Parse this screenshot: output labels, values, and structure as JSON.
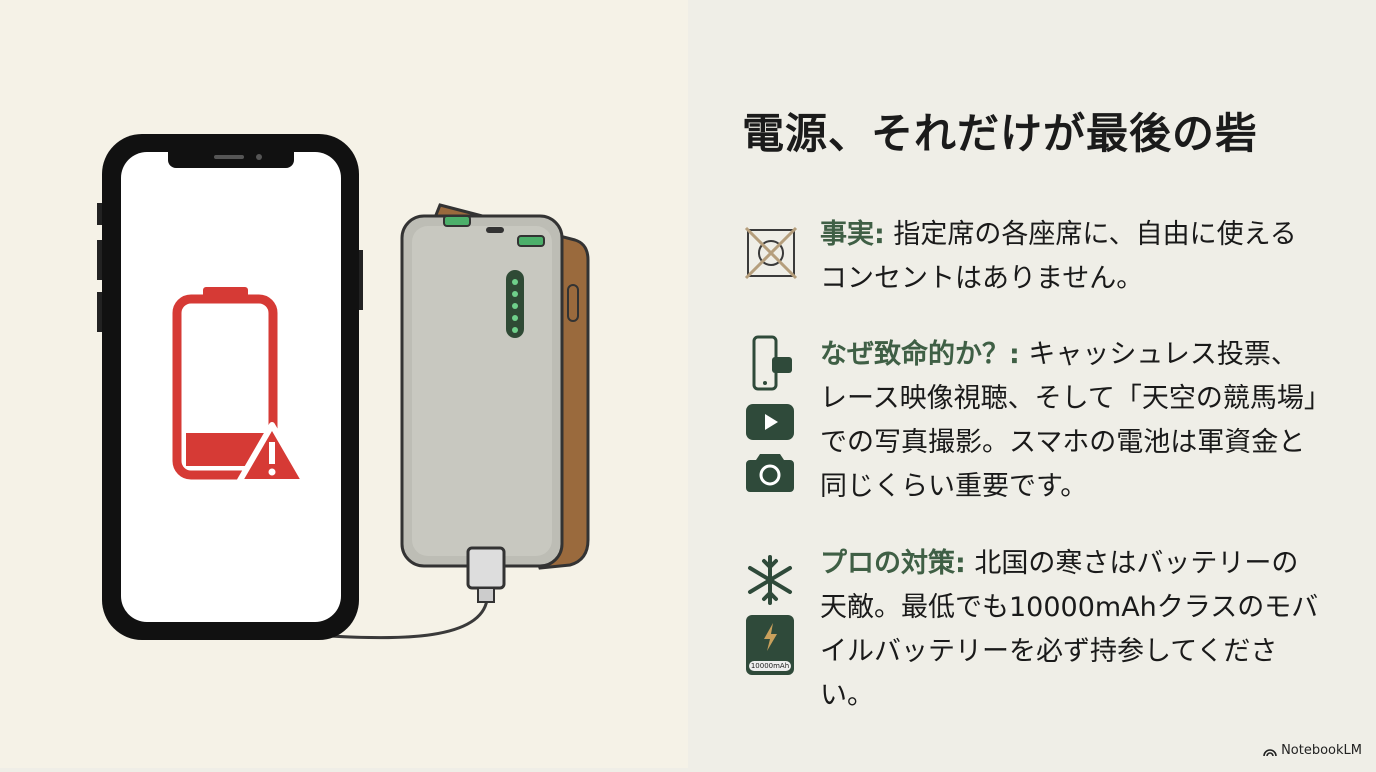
{
  "title": "電源、それだけが最後の砦",
  "items": [
    {
      "label": "事実:",
      "text": " 指定席の各座席に、自由に使えるコンセントはありません。"
    },
    {
      "label": "なぜ致命的か？:",
      "text": " キャッシュレス投票、レース映像視聴、そして「天空の競馬場」での写真撮影。スマホの電池は軍資金と同じくらい重要です。"
    },
    {
      "label": "プロの対策:",
      "text": " 北国の寒さはバッテリーの天敵。最低でも10000mAhクラスのモバイルバッテリーを必ず持参してください。"
    }
  ],
  "battery_icon_label": "10000mAh",
  "brand": "NotebookLM",
  "colors": {
    "accent": "#3f5f45",
    "warning": "#d63a35",
    "bank_side": "#9a6a3d"
  }
}
